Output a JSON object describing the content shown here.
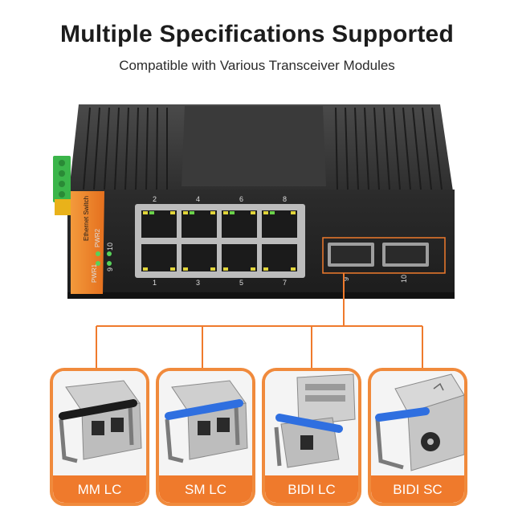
{
  "headline": "Multiple Specifications Supported",
  "subheadline": "Compatible with Various Transceiver Modules",
  "device": {
    "panel_label_line1": "Ethernet Switch",
    "panel_label_line2": "",
    "led_labels": [
      "PWR1",
      "PWR2",
      "9",
      "10"
    ],
    "rj45_top_numbers": [
      "2",
      "4",
      "6",
      "8"
    ],
    "rj45_bottom_numbers": [
      "1",
      "3",
      "5",
      "7"
    ],
    "sfp_numbers": [
      "9",
      "10"
    ]
  },
  "modules": [
    {
      "label": "MM LC",
      "latch_color": "#1b1b1b"
    },
    {
      "label": "SM LC",
      "latch_color": "#2f6fe0"
    },
    {
      "label": "BIDI LC",
      "latch_color": "#2f6fe0"
    },
    {
      "label": "BIDI SC",
      "latch_color": "#2f6fe0"
    }
  ],
  "colors": {
    "accent_orange": "#ef7a2c",
    "device_body": "#2b2b2b",
    "terminal_green": "#3bb54a",
    "led_green": "#58d25a"
  }
}
